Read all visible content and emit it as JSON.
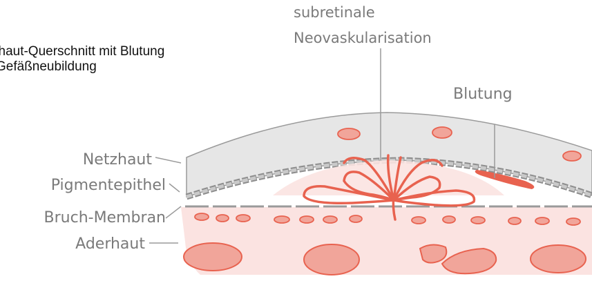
{
  "caption": {
    "line1": "zhaut-Querschnitt mit Blutung",
    "line2": "Gefäßneubildung"
  },
  "labels": {
    "neovascularization_line1": "subretinale",
    "neovascularization_line2": "Neovaskularisation",
    "bleeding": "Blutung",
    "retina": "Netzhaut",
    "pigment_epithelium": "Pigmentepithel",
    "bruch_membrane": "Bruch-Membran",
    "choroid": "Aderhaut"
  },
  "colors": {
    "retina_fill": "#e6e6e6",
    "choroid_fill": "#fbe3e1",
    "vessel_red": "#e8624f",
    "vessel_fill": "#f1a59a",
    "label_gray": "#7a7a7a"
  }
}
